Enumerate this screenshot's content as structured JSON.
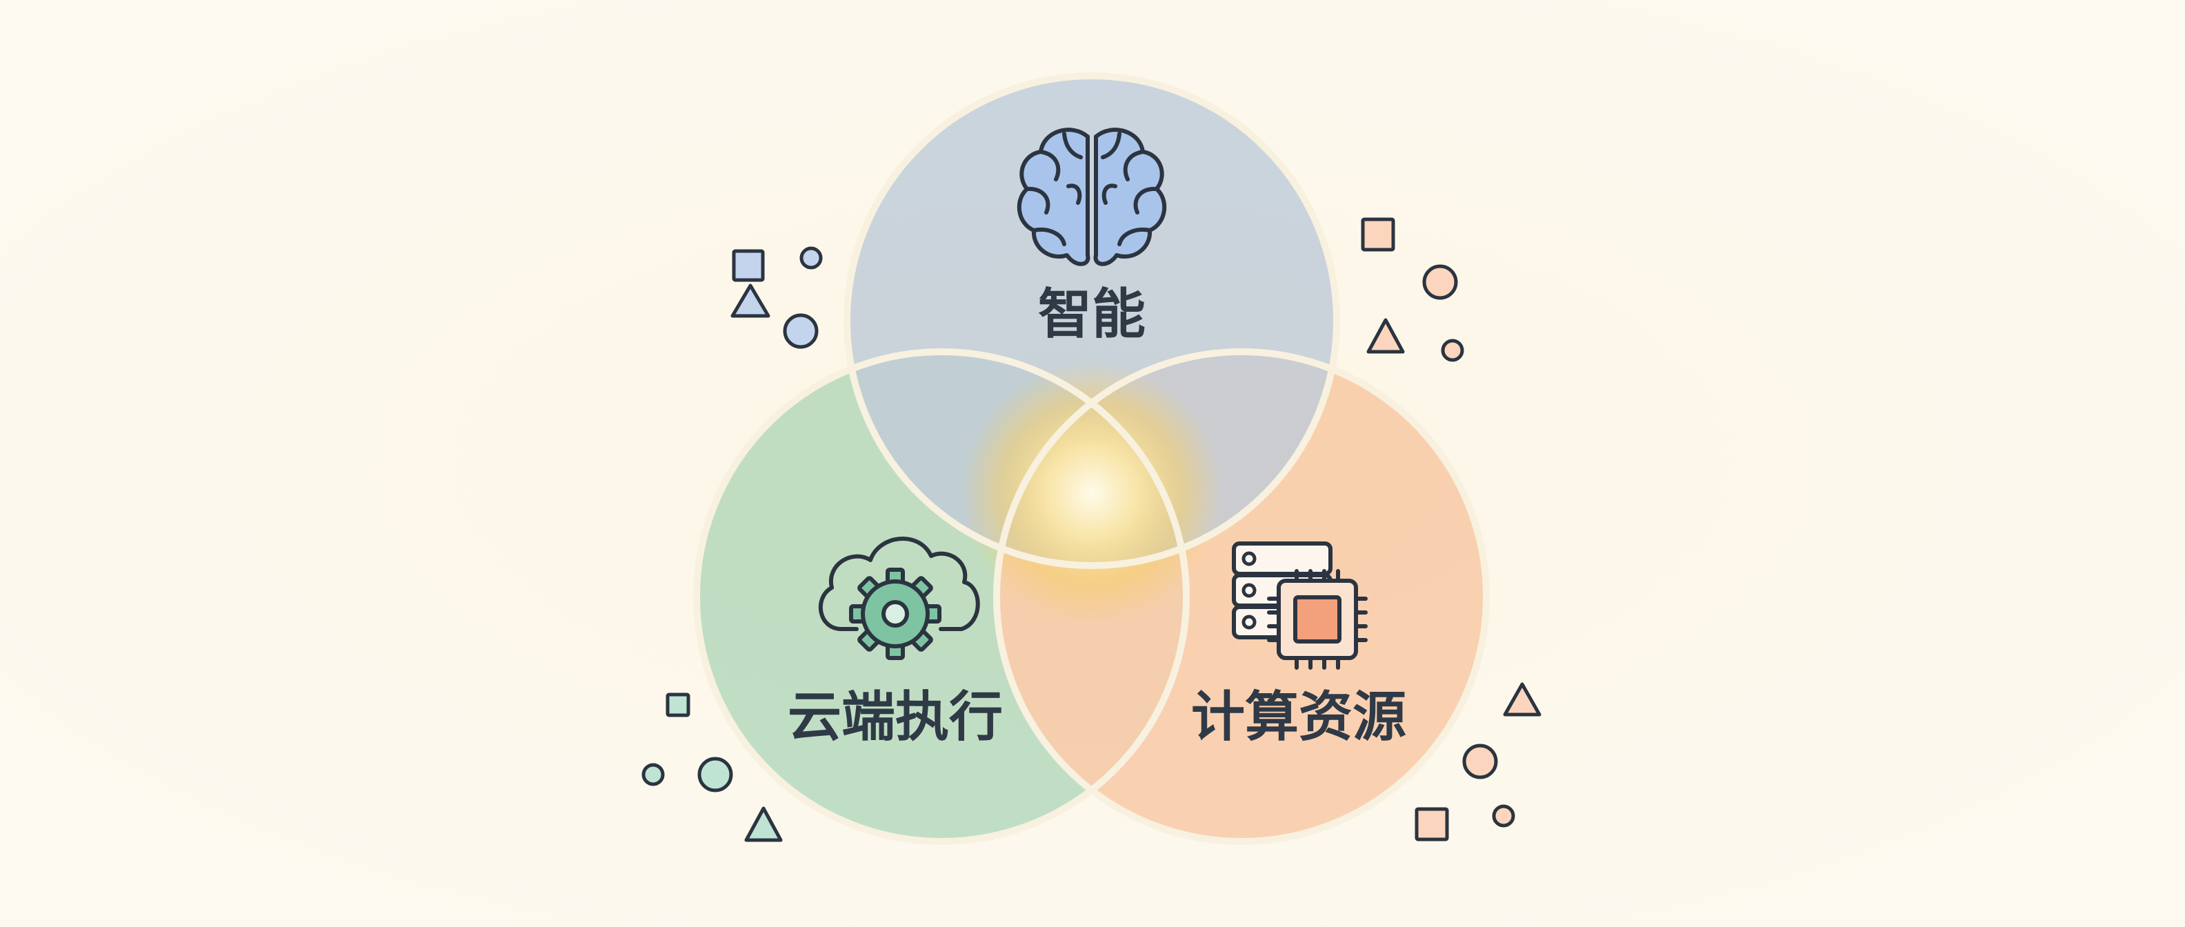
{
  "diagram": {
    "sets": [
      {
        "id": "top",
        "label": "智能",
        "icon": "brain-icon",
        "color": "#c3d4ec"
      },
      {
        "id": "left",
        "label": "云端执行",
        "icon": "cloud-gear-icon",
        "color": "#bfe4d3"
      },
      {
        "id": "right",
        "label": "计算资源",
        "icon": "server-chip-icon",
        "color": "#fbd5bd"
      }
    ],
    "center_glow_color": "#f6cf6a",
    "outline_color": "#f8f1df"
  }
}
